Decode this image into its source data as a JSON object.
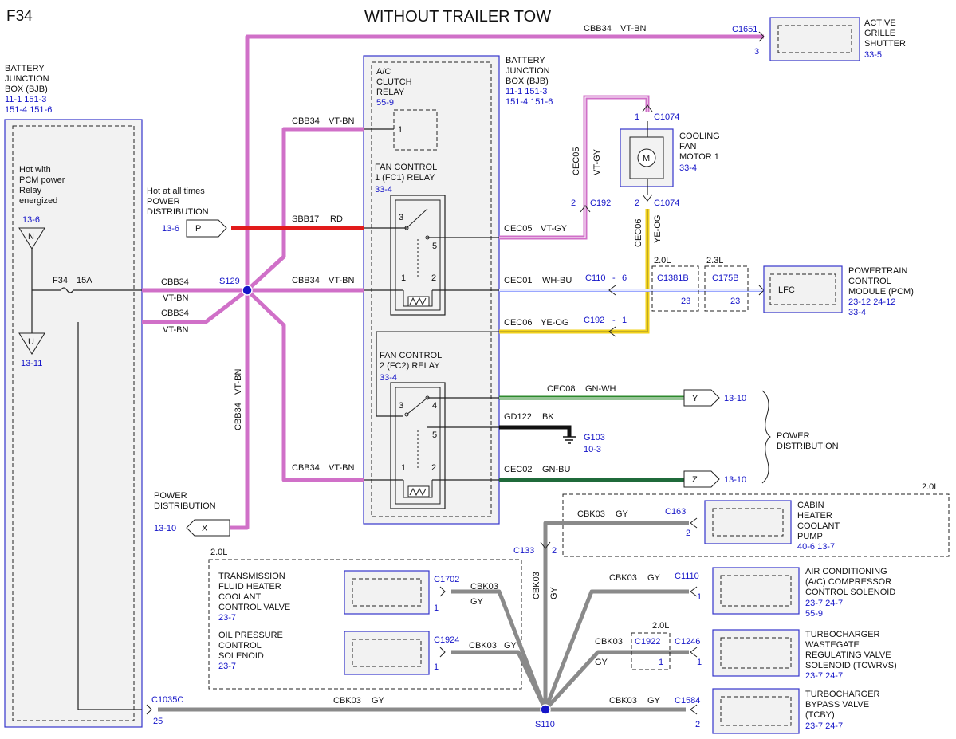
{
  "page_code": "F34",
  "title": "WITHOUT TRAILER TOW",
  "bjb_left": {
    "lines": [
      "BATTERY",
      "JUNCTION",
      "BOX (BJB)"
    ],
    "ref1": "11-1    151-3",
    "ref2": "151-4   151-6"
  },
  "bjb_center": {
    "lines": [
      "BATTERY",
      "JUNCTION",
      "BOX (BJB)"
    ],
    "ref1": "11-1    151-3",
    "ref2": "151-4   151-6"
  },
  "hot_with": [
    "Hot with",
    "PCM power",
    "Relay",
    "energized"
  ],
  "ref_13_6": "13-6",
  "ref_13_11": "13-11",
  "node_N": "N",
  "node_U": "U",
  "fuse_name": "F34",
  "fuse_amp": "15A",
  "hot_all": [
    "Hot at all times",
    "POWER",
    "DISTRIBUTION"
  ],
  "conn_P": "P",
  "conn_X": "X",
  "conn_Y": "Y",
  "conn_Z": "Z",
  "ref_13_10": "13-10",
  "sbb17": "SBB17",
  "rd": "RD",
  "cbb34": "CBB34",
  "vtbn": "VT-BN",
  "s129": "S129",
  "s110": "S110",
  "ac_relay": [
    "A/C",
    "CLUTCH",
    "RELAY"
  ],
  "ref_55_9": "55-9",
  "pin1": "1",
  "pin2": "2",
  "pin3": "3",
  "pin4": "4",
  "pin5": "5",
  "pin6": "6",
  "pin23": "23",
  "pin25": "25",
  "fc1": [
    "FAN CONTROL",
    "1 (FC1) RELAY"
  ],
  "fc2": [
    "FAN CONTROL",
    "2 (FC2) RELAY"
  ],
  "ref_33_4": "33-4",
  "cec05": "CEC05",
  "vtgy": "VT-GY",
  "cec01": "CEC01",
  "whbu": "WH-BU",
  "cec06": "CEC06",
  "yeog": "YE-OG",
  "cec08": "CEC08",
  "gnwh": "GN-WH",
  "gd122": "GD122",
  "bk": "BK",
  "cec02": "CEC02",
  "gnbu": "GN-BU",
  "g103": "G103",
  "ref_10_3": "10-3",
  "c1074": "C1074",
  "c192": "C192",
  "c110": "C110",
  "c1381b": "C1381B",
  "c175b": "C175B",
  "c1651": "C1651",
  "c163": "C163",
  "c133": "C133",
  "c1702": "C1702",
  "c1924": "C1924",
  "c1110": "C1110",
  "c1922": "C1922",
  "c1246": "C1246",
  "c1584": "C1584",
  "c1035c": "C1035C",
  "dash_sep": "-",
  "v20l": "2.0L",
  "v23l": "2.3L",
  "lfc": "LFC",
  "motor_symbol": "M",
  "cbk03": "CBK03",
  "gy": "GY",
  "active_grille": {
    "lines": [
      "ACTIVE",
      "GRILLE",
      "SHUTTER"
    ],
    "ref": "33-5"
  },
  "cooling_fan": {
    "lines": [
      "COOLING",
      "FAN",
      "MOTOR 1"
    ],
    "ref": "33-4"
  },
  "pcm": {
    "lines": [
      "POWERTRAIN",
      "CONTROL",
      "MODULE (PCM)"
    ],
    "ref1": "23-12   24-12",
    "ref2": "33-4"
  },
  "power_dist_right": [
    "POWER",
    "DISTRIBUTION"
  ],
  "power_dist_left": [
    "POWER",
    "DISTRIBUTION"
  ],
  "cabin_heater": {
    "lines": [
      "CABIN",
      "HEATER",
      "COOLANT",
      "PUMP"
    ],
    "ref": "40-6   13-7"
  },
  "ac_comp": {
    "lines": [
      "AIR CONDITIONING",
      "(A/C) COMPRESSOR",
      "CONTROL SOLENOID"
    ],
    "ref1": "23-7     24-7",
    "ref2": "55-9"
  },
  "turbo_waste": {
    "lines": [
      "TURBOCHARGER",
      "WASTEGATE",
      "REGULATING VALVE",
      "SOLENOID (TCWRVS)"
    ],
    "ref": "23-7     24-7"
  },
  "turbo_bypass": {
    "lines": [
      "TURBOCHARGER",
      "BYPASS VALVE",
      "(TCBY)"
    ],
    "ref": "23-7     24-7"
  },
  "tfh": {
    "lines": [
      "TRANSMISSION",
      "FLUID HEATER",
      "COOLANT",
      "CONTROL VALVE"
    ],
    "ref": "23-7"
  },
  "ops": {
    "lines": [
      "OIL PRESSURE",
      "CONTROL",
      "SOLENOID"
    ],
    "ref": "23-7"
  },
  "colors": {
    "vtbn": "#d070c8",
    "red": "#e21b1b",
    "yellow": "#f2d21a",
    "green": "#2d8a2d",
    "darkgreen": "#1f6a3a",
    "gray": "#8a8a8a",
    "blue": "#1515c8",
    "box": "#3535cc"
  }
}
